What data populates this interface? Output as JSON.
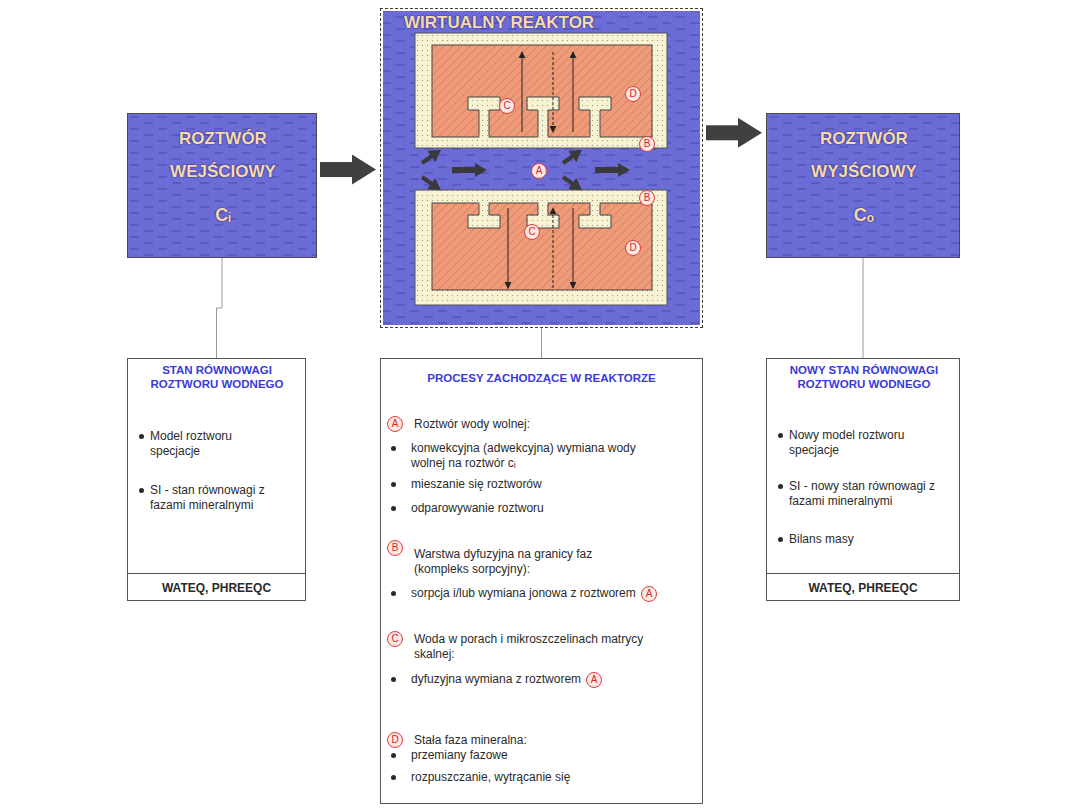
{
  "diagram": {
    "nodes": [
      {
        "text": [
          "ROZTWÓR WEJŚCIOWY",
          "Cᵢ"
        ]
      },
      {
        "text": [
          "WIRTUALNY REAKTOR",
          "C",
          "D",
          "B",
          "A",
          "B",
          "C",
          "D"
        ]
      },
      {
        "text": [
          "ROZTWÓR WYJŚCIOWY",
          "Cₒ"
        ]
      },
      {
        "text": [
          "STAN RÓWNOWAGI ROZTWORU WODNEGO",
          "Model roztworu specjacje",
          "SI - stan równowagi z fazami mineralnymi",
          "WATEQ, PHREEQC"
        ]
      },
      {
        "text": [
          "PROCESY ZACHODZĄCE W REAKTORZE",
          "A",
          "Roztwór wody wolnej:",
          "konwekcyjna (adwekcyjna) wymiana wody wolnej na roztwór cᵢ",
          "mieszanie się roztworów",
          "odparowywanie roztworu",
          "B",
          "Warstwa dyfuzyjna na granicy faz (kompleks sorpcyjny):",
          "sorpcja i/lub wymiana jonowa z roztworem",
          "A",
          "C",
          "Woda w porach i mikroszczelinach matrycy skalnej:",
          "dyfuzyjna wymiana z roztworem",
          "A",
          "D",
          "Stała faza mineralna:",
          "przemiany fazowe",
          "rozpuszczanie, wytrącanie się"
        ]
      },
      {
        "text": [
          "NOWY STAN RÓWNOWAGI ROZTWORU WODNEGO",
          "Nowy model roztworu specjacje",
          "SI - nowy stan równowagi z fazami mineralnymi",
          "Bilans masy",
          "WATEQ, PHREEQC"
        ]
      }
    ],
    "edges": [
      {
        "from": 0,
        "to": 1,
        "arrow": "to"
      },
      {
        "from": 1,
        "to": 2,
        "arrow": "to"
      },
      {
        "from": 0,
        "to": 3,
        "arrow": "none"
      },
      {
        "from": 1,
        "to": 4,
        "arrow": "none"
      },
      {
        "from": 2,
        "to": 5,
        "arrow": "none"
      }
    ]
  }
}
